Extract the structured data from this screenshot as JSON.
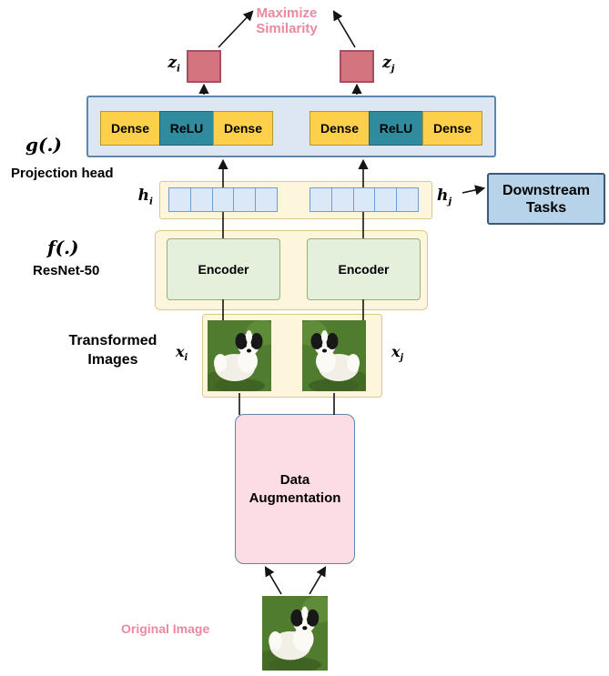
{
  "colors": {
    "pink_text": "#ea8aa0",
    "z_box_fill": "#d4747f",
    "dense_fill": "#fdd04b",
    "relu_fill": "#2f8b9d",
    "projection_fill": "#dce7f3",
    "cream_fill": "#fdf6dc",
    "encoder_fill": "#e4efdc",
    "downstream_fill": "#b7d3ea",
    "augmentation_fill": "#fcdce5"
  },
  "top": {
    "maximize_similarity": "Maximize\nSimilarity",
    "z_i": {
      "base": "z",
      "sub": "i"
    },
    "z_j": {
      "base": "z",
      "sub": "j"
    }
  },
  "projection": {
    "function_label": "g(.)",
    "name_label": "Projection head",
    "left_blocks": [
      "Dense",
      "ReLU",
      "Dense"
    ],
    "right_blocks": [
      "Dense",
      "ReLU",
      "Dense"
    ]
  },
  "representations": {
    "h_i": {
      "base": "h",
      "sub": "i"
    },
    "h_j": {
      "base": "h",
      "sub": "j"
    }
  },
  "downstream": {
    "label": "Downstream\nTasks"
  },
  "encoder": {
    "function_label": "f(.)",
    "name_label": "ResNet-50",
    "left_label": "Encoder",
    "right_label": "Encoder"
  },
  "transformed": {
    "section_label": "Transformed\nImages",
    "x_i": {
      "base": "x",
      "sub": "i"
    },
    "x_j": {
      "base": "x",
      "sub": "j"
    }
  },
  "augmentation": {
    "label": "Data\nAugmentation"
  },
  "original": {
    "label": "Original Image"
  }
}
